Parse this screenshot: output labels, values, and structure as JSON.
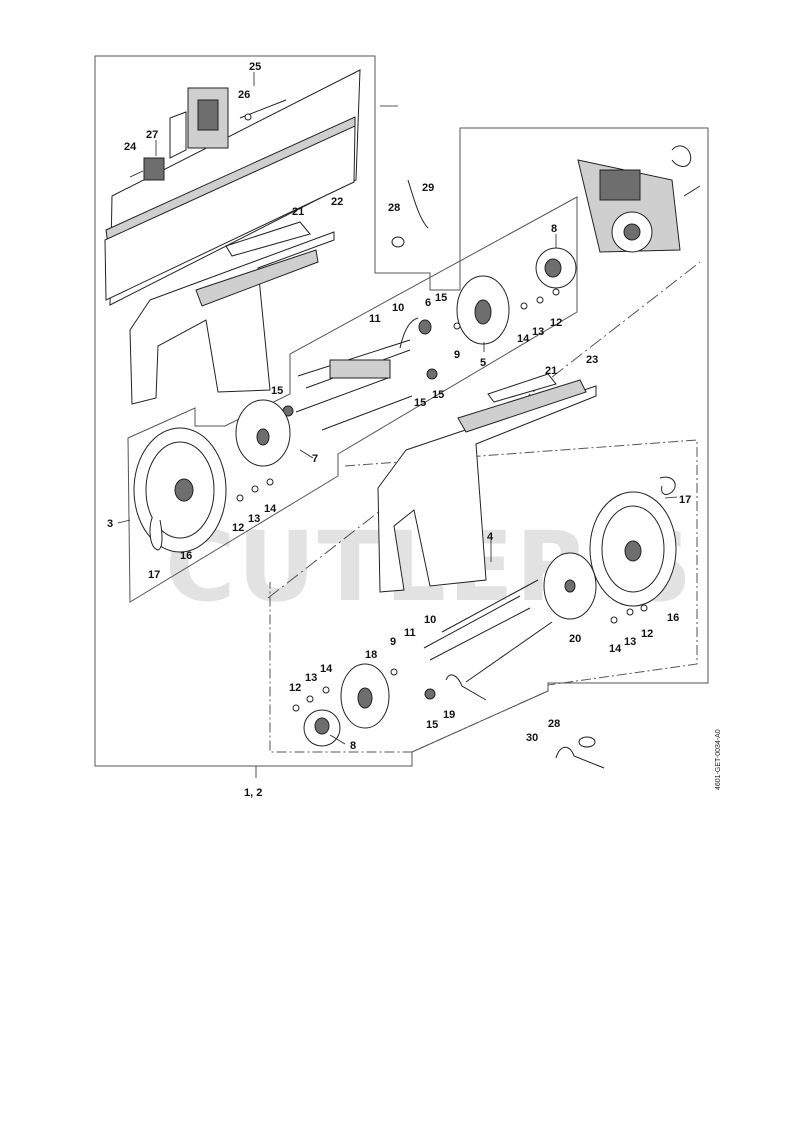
{
  "watermark": "CUTLER'S",
  "document_code": "4601-GET-0034-A0",
  "assembly_label": "1, 2",
  "callouts": {
    "c1_2": "1, 2",
    "c3": "3",
    "c4": "4",
    "c5": "5",
    "c6": "6",
    "c7": "7",
    "c8a": "8",
    "c8b": "8",
    "c9a": "9",
    "c9b": "9",
    "c10a": "10",
    "c10b": "10",
    "c11a": "11",
    "c11b": "11",
    "c12a": "12",
    "c12b": "12",
    "c12c": "12",
    "c12d": "12",
    "c13a": "13",
    "c13b": "13",
    "c13c": "13",
    "c13d": "13",
    "c14a": "14",
    "c14b": "14",
    "c14c": "14",
    "c14d": "14",
    "c15a": "15",
    "c15b": "15",
    "c15c": "15",
    "c15d": "15",
    "c15e": "15",
    "c16a": "16",
    "c16b": "16",
    "c17a": "17",
    "c17b": "17",
    "c18": "18",
    "c19": "19",
    "c20": "20",
    "c21a": "21",
    "c21b": "21",
    "c22": "22",
    "c23": "23",
    "c24": "24",
    "c25": "25",
    "c26": "26",
    "c27": "27",
    "c28a": "28",
    "c28b": "28",
    "c29": "29",
    "c30": "30"
  }
}
